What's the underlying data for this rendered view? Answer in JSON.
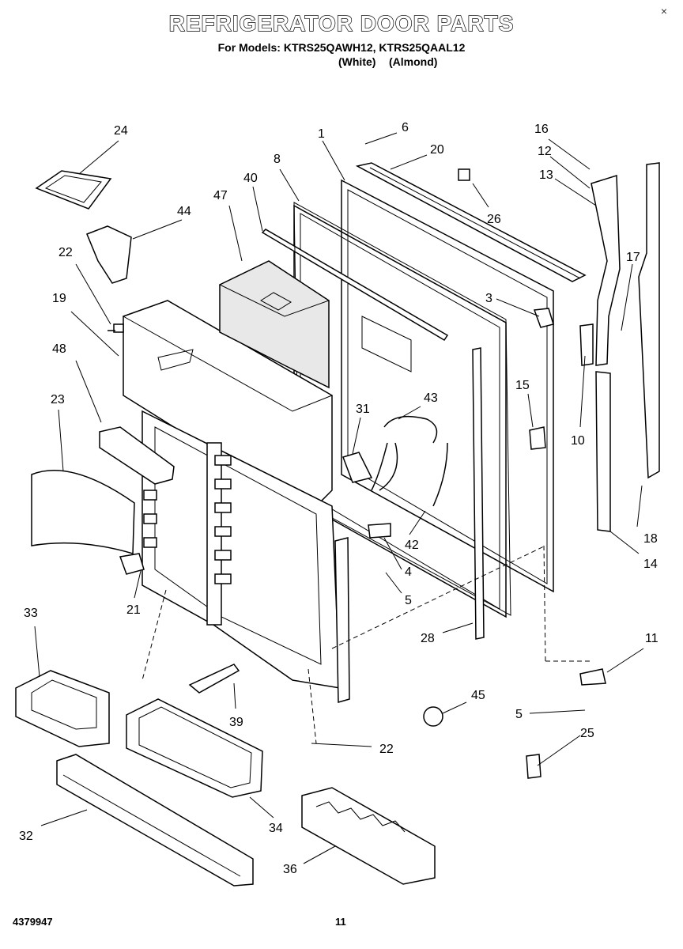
{
  "title": "REFRIGERATOR DOOR PARTS",
  "subtitle": "For Models: KTRS25QAWH12, KTRS25QAAL12",
  "variant_white": "(White)",
  "variant_almond": "(Almond)",
  "close_glyph": "×",
  "doc_number": "4379947",
  "page_number": "11",
  "callouts": [
    "24",
    "44",
    "22",
    "19",
    "48",
    "23",
    "33",
    "21",
    "32",
    "47",
    "40",
    "8",
    "1",
    "6",
    "20",
    "26",
    "16",
    "12",
    "13",
    "3",
    "17",
    "15",
    "10",
    "31",
    "43",
    "42",
    "4",
    "5",
    "18",
    "14",
    "28",
    "11",
    "45",
    "5",
    "25",
    "39",
    "22",
    "34",
    "36"
  ]
}
